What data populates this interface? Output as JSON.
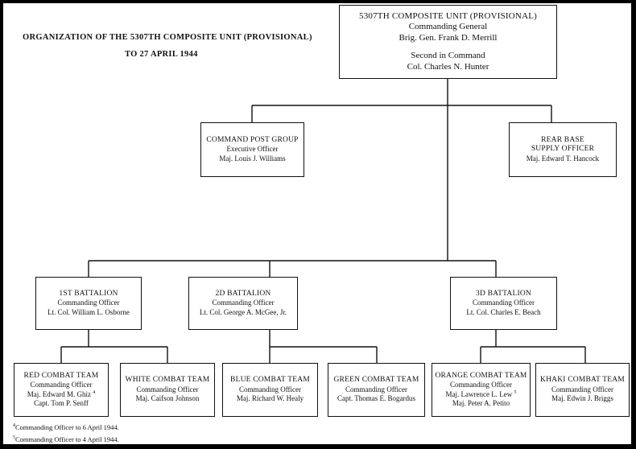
{
  "title": {
    "line1": "ORGANIZATION OF THE 5307TH COMPOSITE UNIT (PROVISIONAL)",
    "line2": "TO 27 APRIL 1944"
  },
  "hq": {
    "name": "5307TH COMPOSITE UNIT (PROVISIONAL)",
    "role1": "Commanding General",
    "person1": "Brig. Gen. Frank D. Merrill",
    "role2": "Second in Command",
    "person2": "Col. Charles N. Hunter"
  },
  "command_post": {
    "name": "COMMAND POST GROUP",
    "role": "Executive Officer",
    "person": "Maj. Louis J. Williams"
  },
  "rear_base": {
    "name1": "REAR BASE",
    "name2": "SUPPLY OFFICER",
    "person": "Maj. Edward T. Hancock"
  },
  "battalions": [
    {
      "name": "1ST BATTALION",
      "role": "Commanding Officer",
      "person": "Lt. Col. William L. Osborne"
    },
    {
      "name": "2D BATTALION",
      "role": "Commanding Officer",
      "person": "Lt. Col. George A. McGee, Jr."
    },
    {
      "name": "3D BATTALION",
      "role": "Commanding Officer",
      "person": "Lt. Col. Charles E. Beach"
    }
  ],
  "teams": {
    "red": {
      "name": "RED COMBAT TEAM",
      "role": "Commanding Officer",
      "person1": "Maj. Edward M. Ghiz",
      "mark1": "4",
      "person2": "Capt. Tom P. Senff"
    },
    "white": {
      "name": "WHITE COMBAT TEAM",
      "role": "Commanding Officer",
      "person": "Maj. Caifson Johnson"
    },
    "blue": {
      "name": "BLUE COMBAT TEAM",
      "role": "Commanding Officer",
      "person": "Maj. Richard W. Healy"
    },
    "green": {
      "name": "GREEN COMBAT TEAM",
      "role": "Commanding Officer",
      "person": "Capt. Thomas E. Bogardus"
    },
    "orange": {
      "name": "ORANGE COMBAT TEAM",
      "role": "Commanding Officer",
      "person1": "Maj. Lawrence L. Lew",
      "mark1": "5",
      "person2": "Maj. Peter A. Petito"
    },
    "khaki": {
      "name": "KHAKI COMBAT TEAM",
      "role": "Commanding Officer",
      "person": "Maj. Edwin J. Briggs"
    }
  },
  "footnotes": [
    {
      "mark": "4",
      "text": "Commanding Officer to 6 April 1944."
    },
    {
      "mark": "5",
      "text": "Commanding Officer to 4 April 1944."
    }
  ]
}
